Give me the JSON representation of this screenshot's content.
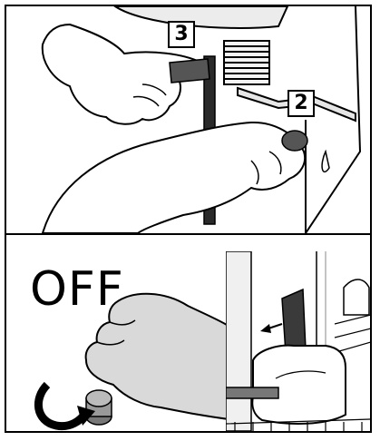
{
  "callouts": {
    "step_3": "3",
    "step_2": "2"
  },
  "off_label": "OFF",
  "icons": {
    "rotate_arrow": "curved-arrow-clockwise",
    "slide_arrow": "arrow-left"
  },
  "colors": {
    "outline": "#000000",
    "glove": "#d9d9d9",
    "knob": "#555555",
    "handle": "#444444",
    "inset_handle": "#3a3a3a"
  }
}
